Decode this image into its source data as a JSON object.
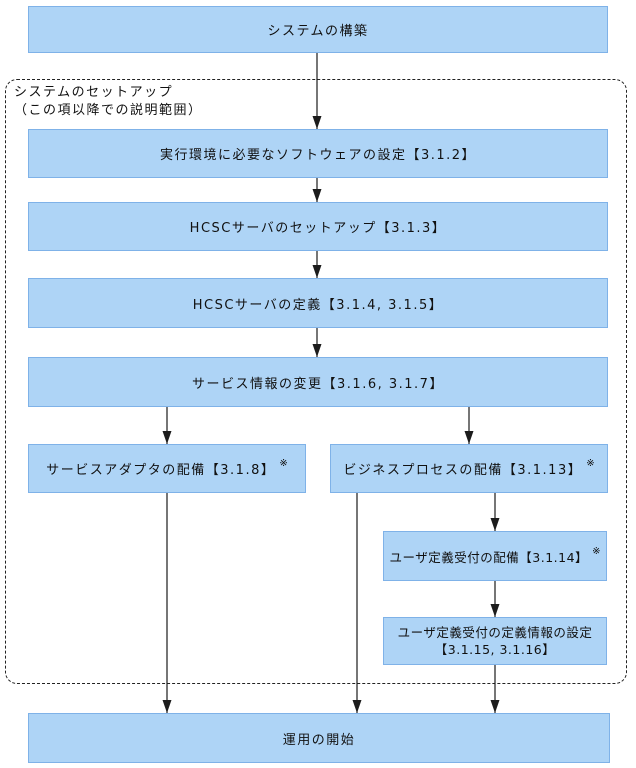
{
  "group": {
    "label_line1": "システムのセットアップ",
    "label_line2": "（この項以降での説明範囲）"
  },
  "nodes": {
    "build": {
      "label": "システムの構築"
    },
    "software": {
      "label": "実行環境に必要なソフトウェアの設定【3.1.2】"
    },
    "hcsc_setup": {
      "label": "HCSCサーバのセットアップ【3.1.3】"
    },
    "hcsc_define": {
      "label": "HCSCサーバの定義【3.1.4, 3.1.5】"
    },
    "service_info": {
      "label": "サービス情報の変更【3.1.6, 3.1.7】"
    },
    "adapter_deploy": {
      "label": "サービスアダプタの配備【3.1.8】",
      "note_mark": "※"
    },
    "bp_deploy": {
      "label": "ビジネスプロセスの配備【3.1.13】",
      "note_mark": "※"
    },
    "reception_deploy": {
      "label": "ユーザ定義受付の配備【3.1.14】",
      "note_mark": "※"
    },
    "reception_define": {
      "label_line1": "ユーザ定義受付の定義情報の設定",
      "label_line2": "【3.1.15, 3.1.16】"
    },
    "operation_start": {
      "label": "運用の開始"
    }
  },
  "colors": {
    "box_fill": "#AED4F6",
    "box_border": "#7FB2E8",
    "connector": "#1c1c1c",
    "background": "#ffffff"
  }
}
